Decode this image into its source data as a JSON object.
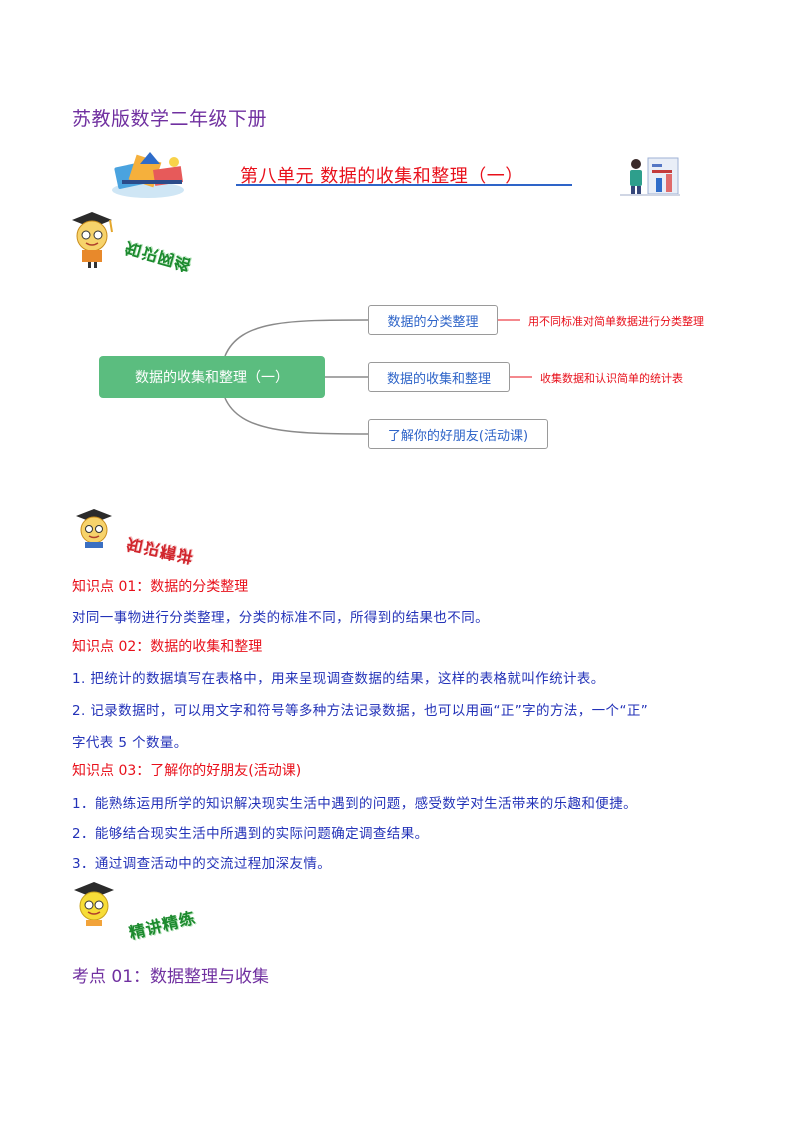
{
  "header": {
    "book_title": "苏教版数学二年级下册",
    "unit_title": "第八单元  数据的收集和整理（一）"
  },
  "sections": {
    "network": "知识网络",
    "key_points": "知识精讲",
    "examples": "精讲精练"
  },
  "mindmap": {
    "root": "数据的收集和整理（一）",
    "branches": [
      {
        "label": "数据的分类整理",
        "note": "用不同标准对简单数据进行分类整理"
      },
      {
        "label": "数据的收集和整理",
        "note": "收集数据和认识简单的统计表"
      },
      {
        "label": "了解你的好朋友(活动课)",
        "note": ""
      }
    ]
  },
  "knowledge": [
    {
      "head": "知识点 01：数据的分类整理",
      "lines": [
        "对同一事物进行分类整理，分类的标准不同，所得到的结果也不同。"
      ]
    },
    {
      "head": "知识点 02：数据的收集和整理",
      "lines": [
        "1.  把统计的数据填写在表格中，用来呈现调查数据的结果，这样的表格就叫作统计表。",
        "2.  记录数据时，可以用文字和符号等多种方法记录数据，也可以用画“正”字的方法，一个“正”",
        "字代表 5 个数量。"
      ]
    },
    {
      "head": "知识点 03：了解你的好朋友(活动课)",
      "lines": [
        "1．能熟练运用所学的知识解决现实生活中遇到的问题，感受数学对生活带来的乐趣和便捷。",
        "2．能够结合现实生活中所遇到的实际问题确定调查结果。",
        "3．通过调查活动中的交流过程加深友情。"
      ]
    }
  ],
  "exam_point": "考点 01：数据整理与收集",
  "colors": {
    "purple": "#7030a0",
    "red": "#e8101b",
    "blue": "#2332b8",
    "green_node": "#5bbd7f"
  }
}
